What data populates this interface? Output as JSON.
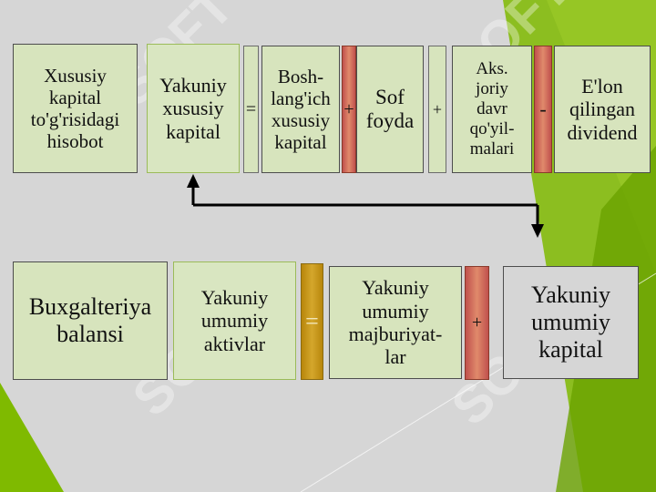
{
  "colors": {
    "background": "#d6d6d6",
    "box_green": "#d7e4bd",
    "accent_green": "#7fba00",
    "operator_red": "#c0504d",
    "operator_gold": "#c9971c"
  },
  "watermark": {
    "text": "SOFT"
  },
  "equity_statement": {
    "title": "Xususiy\nkapital\nto'g'risidagi\nhisobot",
    "ending_equity": "Yakuniy\nxususiy\nkapital",
    "op_equals": "=",
    "beginning_equity": "Bosh-\nlang'ich\nxususiy\nkapital",
    "op_plus": "+",
    "net_income": "Sof\nfoyda",
    "op_plus_2": "+",
    "stock_repurchase": "Aks.\njoriy\ndavr\nqo'yil-\nmalari",
    "op_minus": "-",
    "dividends": "E'lon\nqilingan\ndividend"
  },
  "balance_sheet": {
    "title": "Buxgalteriya\nbalansi",
    "total_assets": "Yakuniy\numumiy\naktivlar",
    "op_equals": "=",
    "total_liabilities": "Yakuniy\numumiy\nmajburiyat-\nlar",
    "op_plus": "+",
    "total_equity": "Yakuniy\numumiy\nkapital"
  }
}
